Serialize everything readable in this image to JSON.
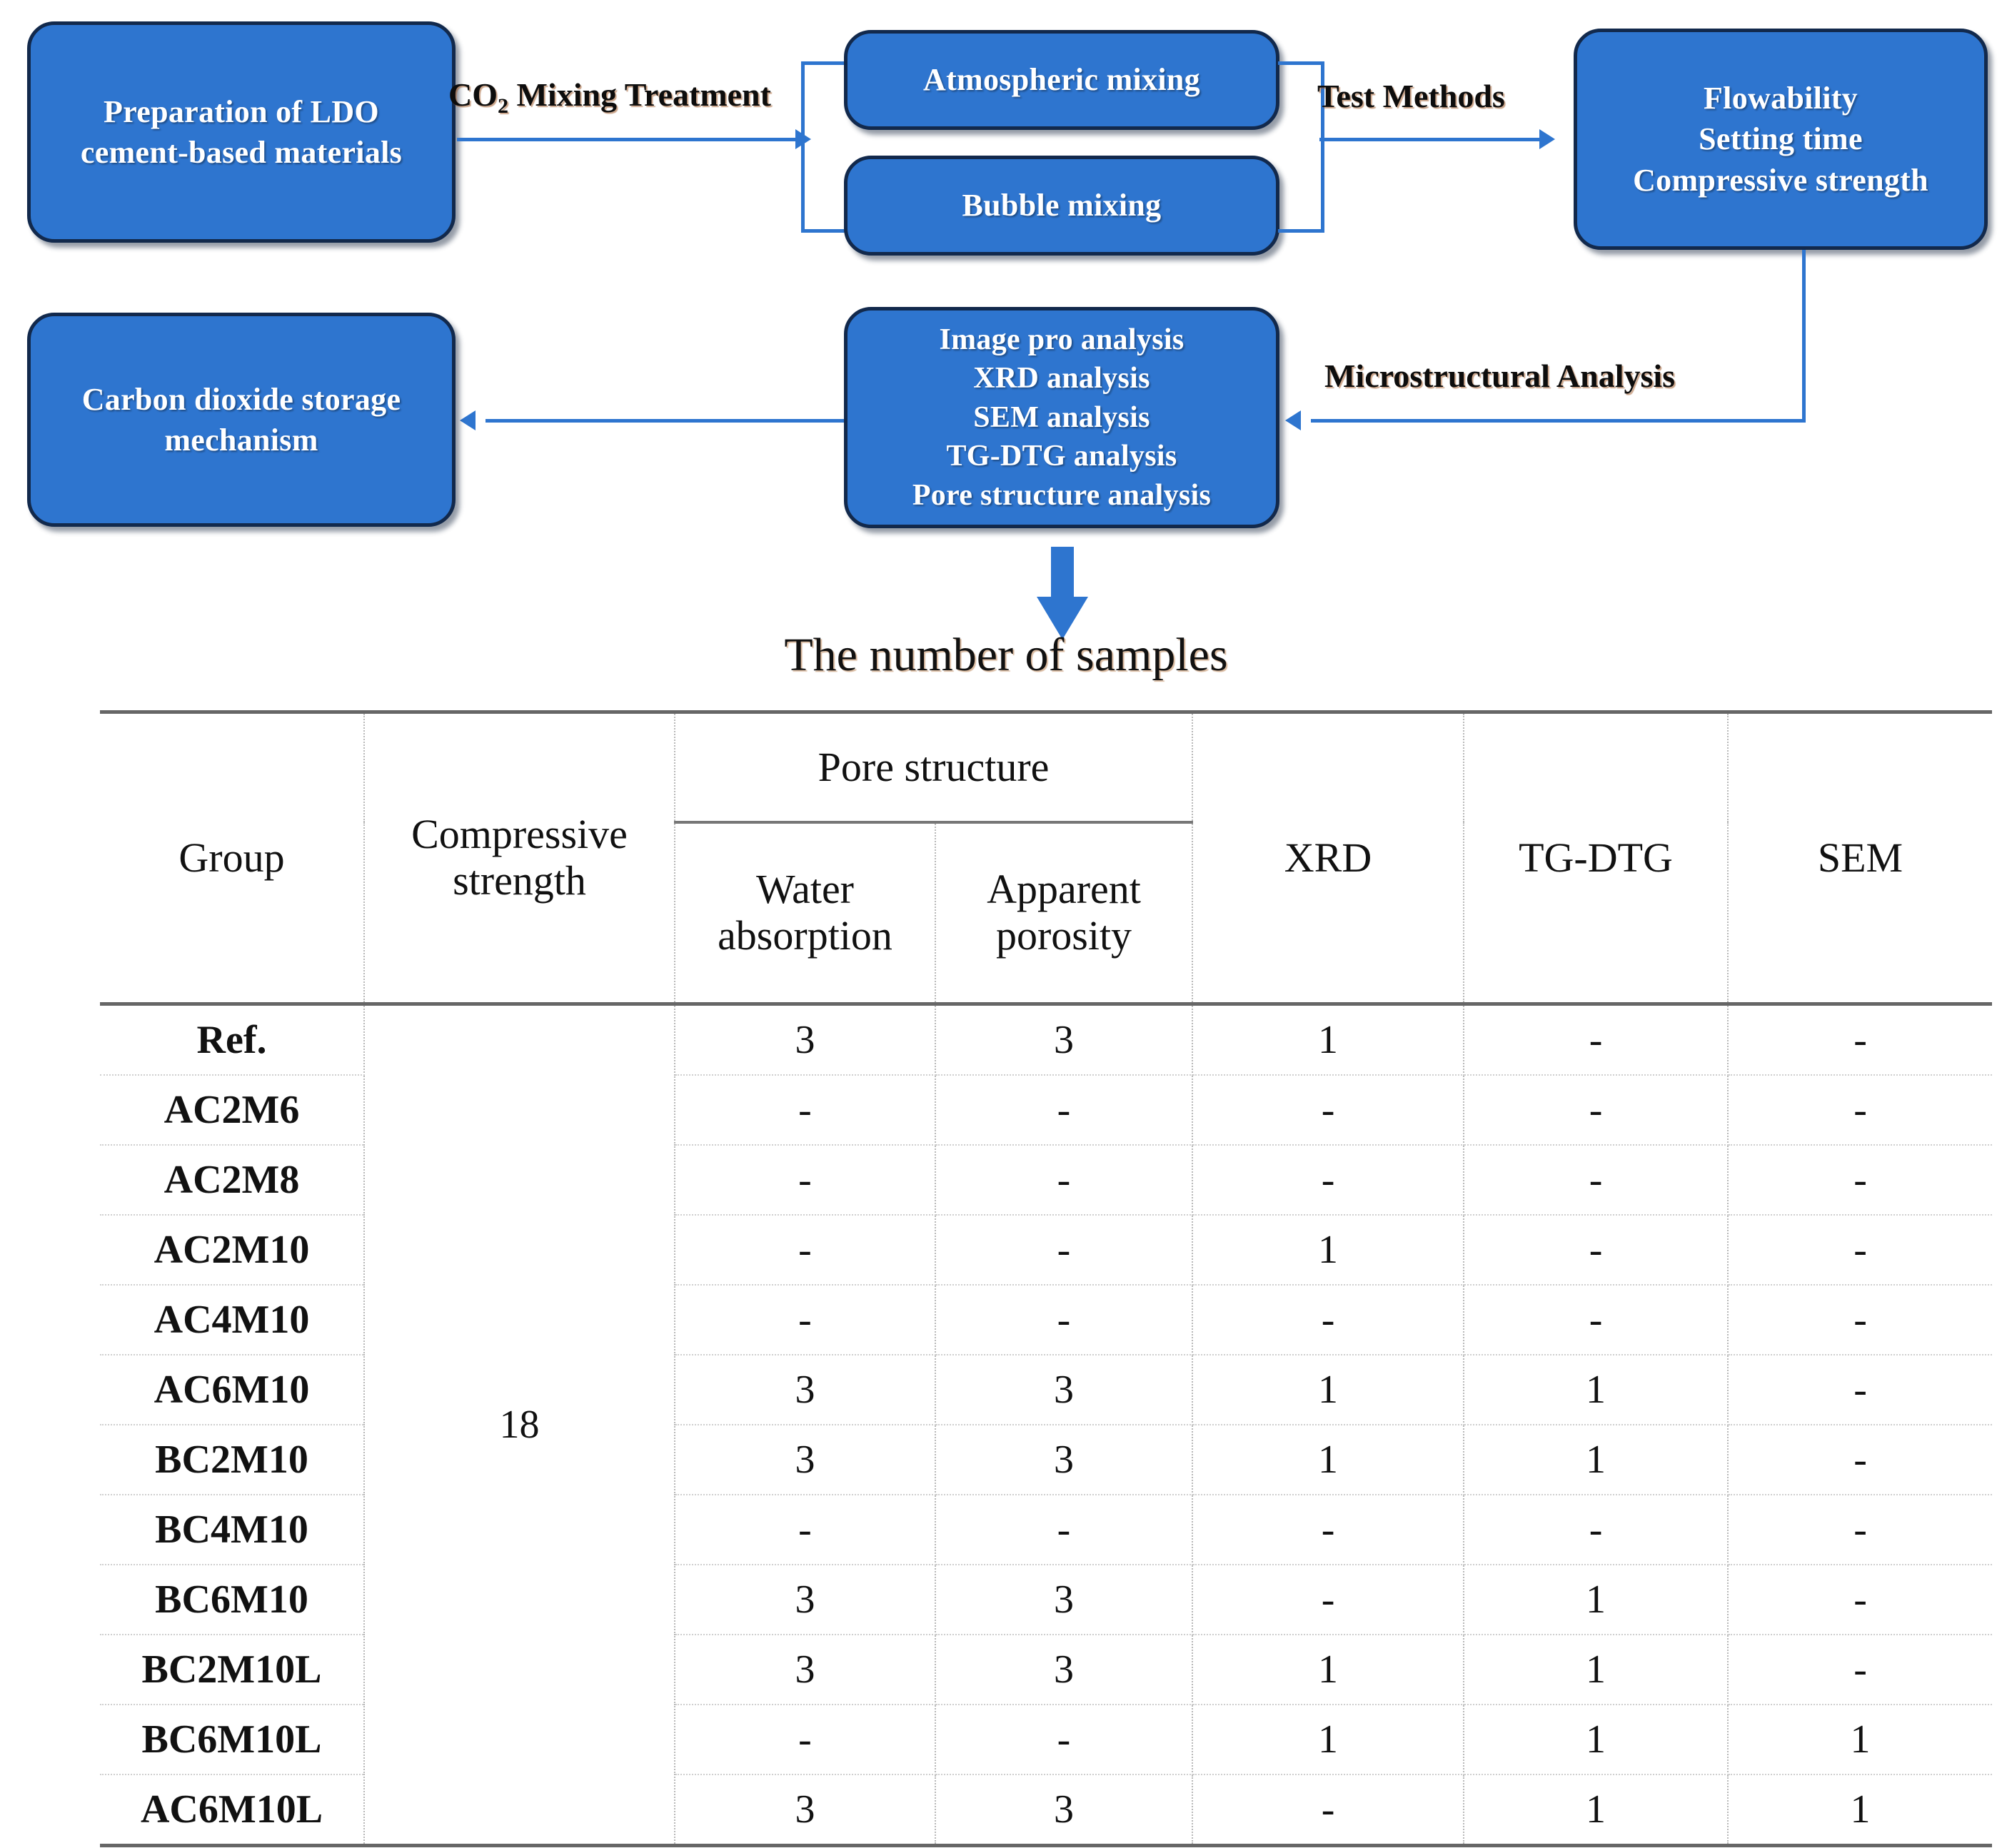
{
  "flowchart": {
    "boxes": {
      "preparation": "Preparation of LDO\ncement-based materials",
      "atmospheric_mixing": "Atmospheric mixing",
      "bubble_mixing": "Bubble mixing",
      "properties": "Flowability\nSetting time\nCompressive strength",
      "carbon_storage": "Carbon dioxide storage\nmechanism",
      "analysis": "Image pro analysis\nXRD analysis\nSEM analysis\nTG-DTG analysis\nPore structure analysis"
    },
    "labels": {
      "co2_mixing": "CO2 Mixing Treatment",
      "co2_mixing_prefix": "CO",
      "co2_mixing_sub": "2",
      "co2_mixing_suffix": " Mixing Treatment",
      "test_methods": "Test Methods",
      "microstructural": "Microstructural Analysis"
    },
    "colors": {
      "box_fill": "#2E75CF",
      "box_border": "#12294C",
      "connector": "#2E75CF",
      "label_text": "#0D0D0D"
    }
  },
  "table_title": "The number of samples",
  "table": {
    "headers": {
      "group": "Group",
      "compressive_strength": "Compressive\nstrength",
      "pore_structure": "Pore structure",
      "water_absorption": "Water\nabsorption",
      "apparent_porosity": "Apparent\nporosity",
      "xrd": "XRD",
      "tg_dtg": "TG-DTG",
      "sem": "SEM"
    },
    "compressive_strength_value": "18",
    "rows": [
      {
        "group": "Ref.",
        "water_absorption": "3",
        "apparent_porosity": "3",
        "xrd": "1",
        "tg_dtg": "-",
        "sem": "-"
      },
      {
        "group": "AC2M6",
        "water_absorption": "-",
        "apparent_porosity": "-",
        "xrd": "-",
        "tg_dtg": "-",
        "sem": "-"
      },
      {
        "group": "AC2M8",
        "water_absorption": "-",
        "apparent_porosity": "-",
        "xrd": "-",
        "tg_dtg": "-",
        "sem": "-"
      },
      {
        "group": "AC2M10",
        "water_absorption": "-",
        "apparent_porosity": "-",
        "xrd": "1",
        "tg_dtg": "-",
        "sem": "-"
      },
      {
        "group": "AC4M10",
        "water_absorption": "-",
        "apparent_porosity": "-",
        "xrd": "-",
        "tg_dtg": "-",
        "sem": "-"
      },
      {
        "group": "AC6M10",
        "water_absorption": "3",
        "apparent_porosity": "3",
        "xrd": "1",
        "tg_dtg": "1",
        "sem": "-"
      },
      {
        "group": "BC2M10",
        "water_absorption": "3",
        "apparent_porosity": "3",
        "xrd": "1",
        "tg_dtg": "1",
        "sem": "-"
      },
      {
        "group": "BC4M10",
        "water_absorption": "-",
        "apparent_porosity": "-",
        "xrd": "-",
        "tg_dtg": "-",
        "sem": "-"
      },
      {
        "group": "BC6M10",
        "water_absorption": "3",
        "apparent_porosity": "3",
        "xrd": "-",
        "tg_dtg": "1",
        "sem": "-"
      },
      {
        "group": "BC2M10L",
        "water_absorption": "3",
        "apparent_porosity": "3",
        "xrd": "1",
        "tg_dtg": "1",
        "sem": "-"
      },
      {
        "group": "BC6M10L",
        "water_absorption": "-",
        "apparent_porosity": "-",
        "xrd": "1",
        "tg_dtg": "1",
        "sem": "1"
      },
      {
        "group": "AC6M10L",
        "water_absorption": "3",
        "apparent_porosity": "3",
        "xrd": "-",
        "tg_dtg": "1",
        "sem": "1"
      }
    ]
  }
}
